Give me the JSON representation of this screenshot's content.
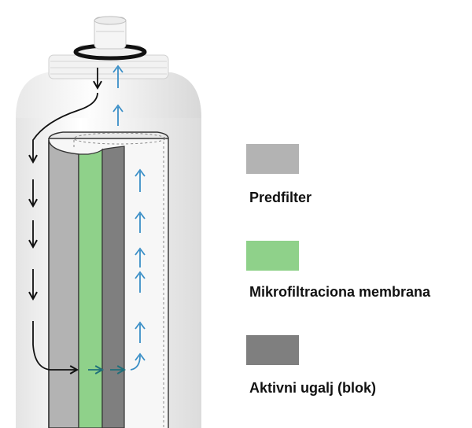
{
  "legend": {
    "items": [
      {
        "label": "Predfilter",
        "color": "#b3b3b3"
      },
      {
        "label": "Mikrofiltraciona membrana",
        "color": "#8fd18a"
      },
      {
        "label": "Aktivni ugalj (blok)",
        "color": "#7f7f7f"
      }
    ]
  },
  "colors": {
    "inflow_arrow": "#111111",
    "outflow_arrow": "#3a8fc7",
    "housing": "#f4f4f4"
  }
}
